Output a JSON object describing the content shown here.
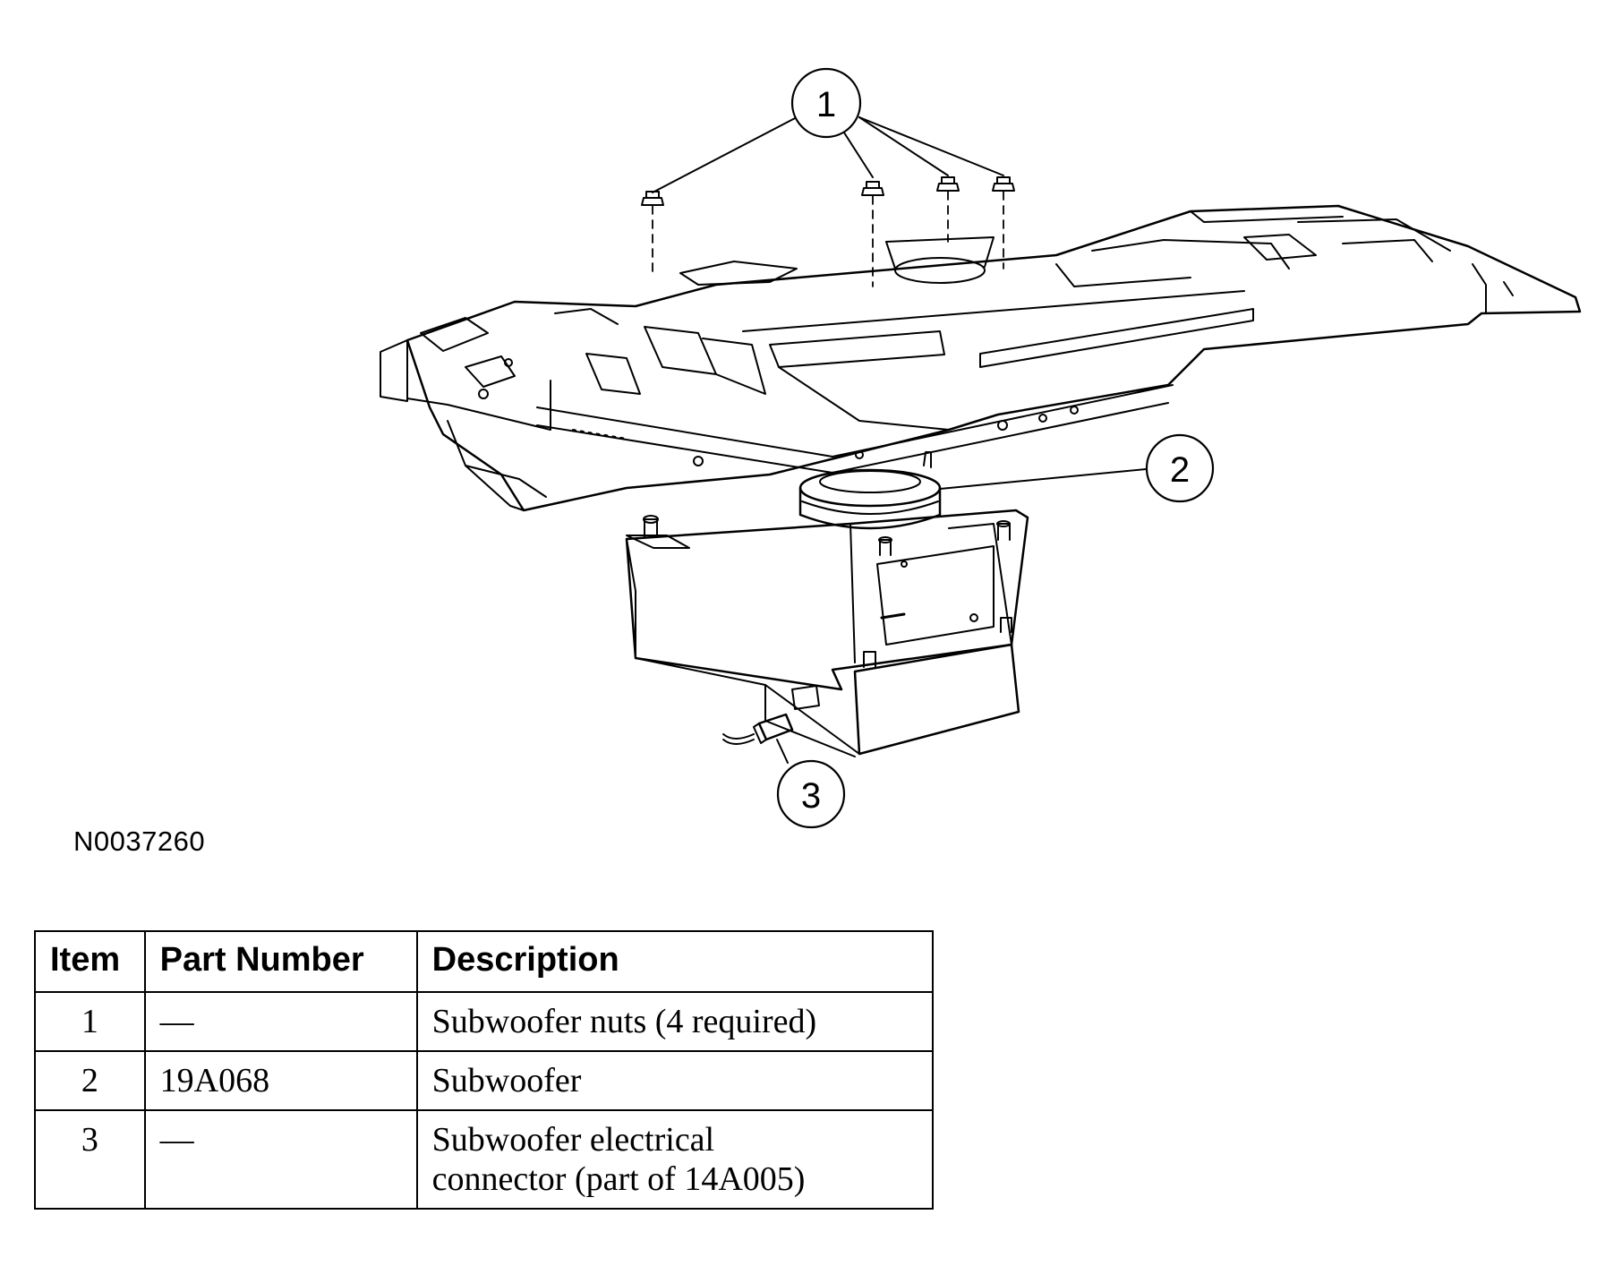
{
  "callouts": [
    {
      "label": "1"
    },
    {
      "label": "2"
    },
    {
      "label": "3"
    }
  ],
  "figure_id": "N0037260",
  "table": {
    "headers": {
      "item": "Item",
      "part": "Part Number",
      "desc": "Description"
    },
    "rows": [
      {
        "item": "1",
        "part": "—",
        "desc_line1": "Subwoofer nuts (4 required)",
        "desc_line2": ""
      },
      {
        "item": "2",
        "part": "19A068",
        "desc_line1": "Subwoofer",
        "desc_line2": ""
      },
      {
        "item": "3",
        "part": "—",
        "desc_line1": "Subwoofer electrical",
        "desc_line2": "connector (part of 14A005)"
      }
    ]
  }
}
